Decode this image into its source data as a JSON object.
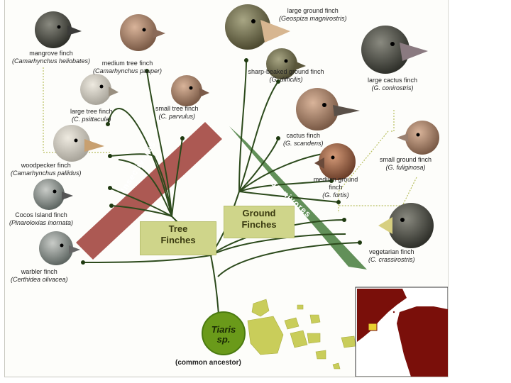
{
  "finches": [
    {
      "id": "mangrove",
      "common": "mangrove finch",
      "sci": "(Camarhynchus heliobates)"
    },
    {
      "id": "medium-tree",
      "common": "medium tree finch",
      "sci": "(Camarhynchus pauper)"
    },
    {
      "id": "large-tree",
      "common": "large tree finch",
      "sci": "(C. psittacula)"
    },
    {
      "id": "small-tree",
      "common": "small tree finch",
      "sci": "(C. parvulus)"
    },
    {
      "id": "woodpecker",
      "common": "woodpecker finch",
      "sci": "(Camarhynchus pallidus)"
    },
    {
      "id": "cocos",
      "common": "Cocos Island finch",
      "sci": "(Pinaroloxias inornata)"
    },
    {
      "id": "warbler",
      "common": "warbler finch",
      "sci": "(Certhidea olivacea)"
    },
    {
      "id": "large-ground",
      "common": "large ground finch",
      "sci": "(Geospiza magnirostris)"
    },
    {
      "id": "sharp-beaked",
      "common": "sharp-beaked ground finch",
      "sci": "(G. difficilis)"
    },
    {
      "id": "large-cactus",
      "common": "large cactus finch",
      "sci": "(G. conirostris)"
    },
    {
      "id": "cactus",
      "common": "cactus finch",
      "sci": "(G. scandens)"
    },
    {
      "id": "small-ground",
      "common": "small ground finch",
      "sci": "(G. fuliginosa)"
    },
    {
      "id": "medium-ground",
      "common": "medium ground finch",
      "sci": "(G. fortis)"
    },
    {
      "id": "vegetarian",
      "common": "vegetarian finch",
      "sci": "(C. crassirostris)"
    }
  ],
  "groups": {
    "tree": "Tree Finches",
    "ground": "Ground Finches"
  },
  "bands": {
    "insectivores": "Insectivores",
    "granivores": "Granivores"
  },
  "ancestor": {
    "name": "Tiaris sp.",
    "label": "(common ancestor)"
  },
  "colors": {
    "insectivore_band": "#a8504a",
    "granivore_band": "#5a8a50",
    "branch": "#2c4a1c",
    "map_land": "#7a0f0a",
    "island": "#c9cd5a"
  }
}
